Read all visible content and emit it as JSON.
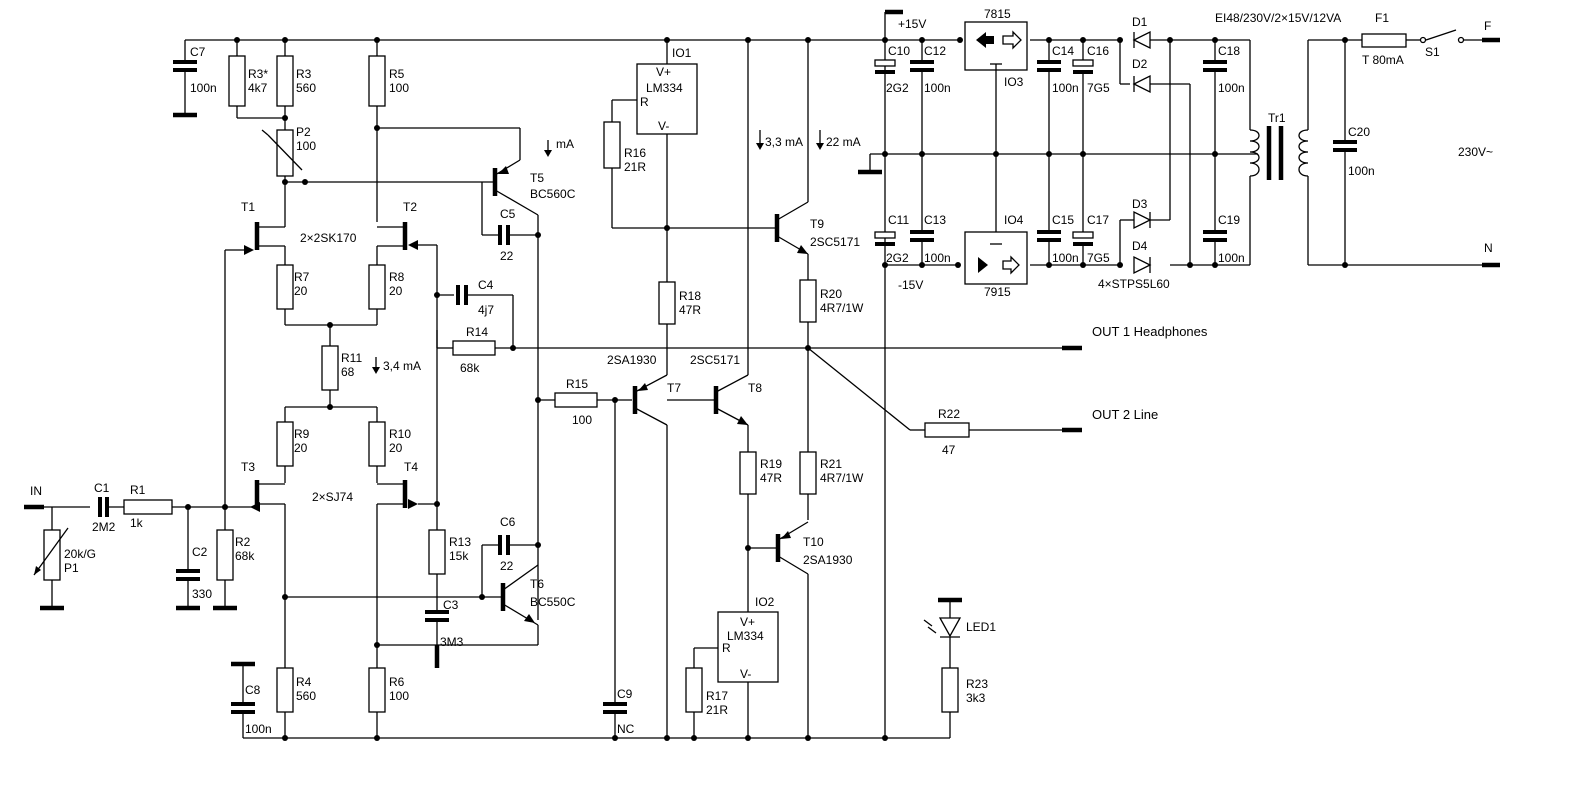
{
  "labels": {
    "C1": {
      "name": "C1",
      "value": "2M2"
    },
    "C2": {
      "name": "C2",
      "value": "330"
    },
    "C3": {
      "name": "C3",
      "value": "3M3"
    },
    "C4": {
      "name": "C4",
      "value": "4j7"
    },
    "C5": {
      "name": "C5",
      "value": "22"
    },
    "C6": {
      "name": "C6",
      "value": "22"
    },
    "C7": {
      "name": "C7",
      "value": "100n"
    },
    "C8": {
      "name": "C8",
      "value": "100n"
    },
    "C9": {
      "name": "C9",
      "value": "NC"
    },
    "C10": {
      "name": "C10",
      "value": "2G2"
    },
    "C11": {
      "name": "C11",
      "value": "2G2"
    },
    "C12": {
      "name": "C12",
      "value": "100n"
    },
    "C13": {
      "name": "C13",
      "value": "100n"
    },
    "C14": {
      "name": "C14",
      "value": "100n"
    },
    "C15": {
      "name": "C15",
      "value": "100n"
    },
    "C16": {
      "name": "C16",
      "value": "7G5"
    },
    "C17": {
      "name": "C17",
      "value": "7G5"
    },
    "C18": {
      "name": "C18",
      "value": "100n"
    },
    "C19": {
      "name": "C19",
      "value": "100n"
    },
    "C20": {
      "name": "C20",
      "value": "100n"
    },
    "R1": {
      "name": "R1",
      "value": "1k"
    },
    "R2": {
      "name": "R2",
      "value": "68k"
    },
    "R3s": {
      "name": "R3*",
      "value": "4k7"
    },
    "R3": {
      "name": "R3",
      "value": "560"
    },
    "R4": {
      "name": "R4",
      "value": "560"
    },
    "R5": {
      "name": "R5",
      "value": "100"
    },
    "R6": {
      "name": "R6",
      "value": "100"
    },
    "R7": {
      "name": "R7",
      "value": "20"
    },
    "R8": {
      "name": "R8",
      "value": "20"
    },
    "R9": {
      "name": "R9",
      "value": "20"
    },
    "R10": {
      "name": "R10",
      "value": "20"
    },
    "R11": {
      "name": "R11",
      "value": "68"
    },
    "R13": {
      "name": "R13",
      "value": "15k"
    },
    "R14": {
      "name": "R14",
      "value": "68k"
    },
    "R15": {
      "name": "R15",
      "value": "100"
    },
    "R16": {
      "name": "R16",
      "value": "21R"
    },
    "R17": {
      "name": "R17",
      "value": "21R"
    },
    "R18": {
      "name": "R18",
      "value": "47R"
    },
    "R19": {
      "name": "R19",
      "value": "47R"
    },
    "R20": {
      "name": "R20",
      "value": "4R7/1W"
    },
    "R21": {
      "name": "R21",
      "value": "4R7/1W"
    },
    "R22": {
      "name": "R22",
      "value": "47"
    },
    "R23": {
      "name": "R23",
      "value": "3k3"
    },
    "P1": {
      "name": "P1",
      "value": "20k/G"
    },
    "P2": {
      "name": "P2",
      "value": "100"
    },
    "T1": {
      "name": "T1"
    },
    "T2": {
      "name": "T2"
    },
    "T3": {
      "name": "T3"
    },
    "T4": {
      "name": "T4"
    },
    "T5": {
      "name": "T5",
      "value": "BC560C"
    },
    "T6": {
      "name": "T6",
      "value": "BC550C"
    },
    "T7": {
      "name": "T7",
      "value": "2SA1930"
    },
    "T8": {
      "name": "T8",
      "value": "2SC5171"
    },
    "T9": {
      "name": "T9",
      "value": "2SC5171"
    },
    "T10": {
      "name": "T10",
      "value": "2SA1930"
    },
    "IO1": {
      "name": "IO1",
      "value": "LM334"
    },
    "IO2": {
      "name": "IO2",
      "value": "LM334"
    },
    "IO3": {
      "name": "IO3",
      "value": "7815"
    },
    "IO4": {
      "name": "IO4",
      "value": "7915"
    },
    "D1": {
      "name": "D1"
    },
    "D2": {
      "name": "D2"
    },
    "D3": {
      "name": "D3"
    },
    "D4": {
      "name": "D4"
    },
    "LED1": {
      "name": "LED1"
    },
    "F1": {
      "name": "F1",
      "value": "T 80mA"
    },
    "S1": {
      "name": "S1"
    },
    "Tr1": {
      "name": "Tr1"
    },
    "pair_top": "2×2SK170",
    "pair_bottom": "2×SJ74",
    "diodes": "4×STPS5L60",
    "transformer": "EI48/230V/2×15V/12VA",
    "mains": "230V~",
    "plus15": "+15V",
    "minus15": "-15V",
    "in": "IN",
    "out1": "OUT 1  Headphones",
    "out2": "OUT 2  Line",
    "f": "F",
    "n": "N",
    "pin_vplus": "V+",
    "pin_vminus": "V-",
    "pin_r": "R",
    "i_t5": "mA",
    "i_34": "3,4 mA",
    "i_33": "3,3 mA",
    "i_22": "22 mA"
  }
}
